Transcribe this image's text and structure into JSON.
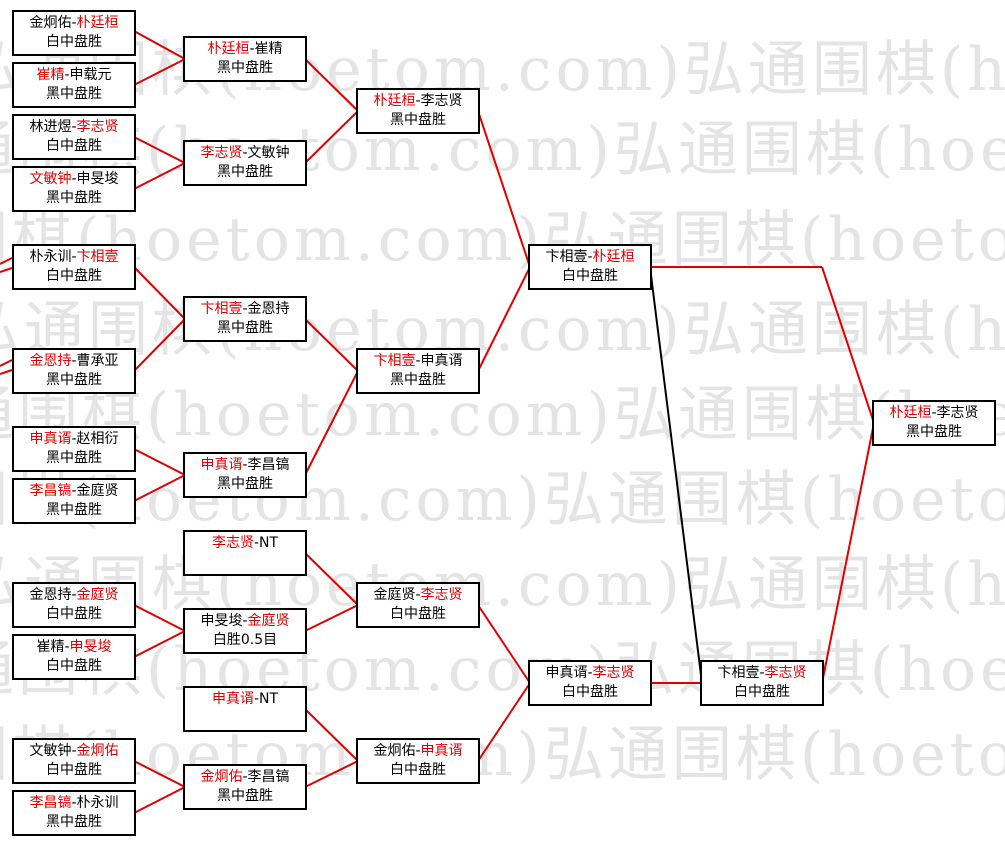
{
  "watermark": "弘通围棋(hoetom.com)",
  "colors": {
    "winner": "#e00000",
    "line_red": "#e00000",
    "line_black": "#000000",
    "border": "#000000"
  },
  "bracket": {
    "r1": [
      {
        "a": "金炯佑",
        "b": "朴廷桓",
        "w": "b",
        "result": "白中盘胜"
      },
      {
        "a": "崔精",
        "b": "申载元",
        "w": "a",
        "result": "黑中盘胜"
      },
      {
        "a": "林进煜",
        "b": "李志贤",
        "w": "b",
        "result": "白中盘胜"
      },
      {
        "a": "文敏钟",
        "b": "申旻埈",
        "w": "a",
        "result": "黑中盘胜"
      },
      {
        "a": "朴永训",
        "b": "卞相壹",
        "w": "b",
        "result": "白中盘胜"
      },
      {
        "a": "金恩持",
        "b": "曹承亚",
        "w": "a",
        "result": "黑中盘胜"
      },
      {
        "a": "申真谞",
        "b": "赵相衍",
        "w": "a",
        "result": "黑中盘胜"
      },
      {
        "a": "李昌镐",
        "b": "金庭贤",
        "w": "a",
        "result": "黑中盘胜"
      },
      {
        "a": "金恩持",
        "b": "金庭贤",
        "w": "b",
        "result": "白中盘胜"
      },
      {
        "a": "崔精",
        "b": "申旻埈",
        "w": "b",
        "result": "白中盘胜"
      },
      {
        "a": "文敏钟",
        "b": "金炯佑",
        "w": "b",
        "result": "白中盘胜"
      },
      {
        "a": "李昌镐",
        "b": "朴永训",
        "w": "a",
        "result": "黑中盘胜"
      }
    ],
    "r2": [
      {
        "a": "朴廷桓",
        "b": "崔精",
        "w": "a",
        "result": "黑中盘胜"
      },
      {
        "a": "李志贤",
        "b": "文敏钟",
        "w": "a",
        "result": "黑中盘胜"
      },
      {
        "a": "卞相壹",
        "b": "金恩持",
        "w": "a",
        "result": "黑中盘胜"
      },
      {
        "a": "申真谞",
        "b": "李昌镐",
        "w": "a",
        "result": "黑中盘胜"
      },
      {
        "a": "李志贤",
        "b": "NT",
        "w": "a",
        "result": ""
      },
      {
        "a": "申旻埈",
        "b": "金庭贤",
        "w": "b",
        "result": "白胜0.5目"
      },
      {
        "a": "申真谞",
        "b": "NT",
        "w": "a",
        "result": ""
      },
      {
        "a": "金炯佑",
        "b": "李昌镐",
        "w": "a",
        "result": "黑中盘胜"
      }
    ],
    "r3": [
      {
        "a": "朴廷桓",
        "b": "李志贤",
        "w": "a",
        "result": "黑中盘胜"
      },
      {
        "a": "卞相壹",
        "b": "申真谞",
        "w": "a",
        "result": "黑中盘胜"
      },
      {
        "a": "金庭贤",
        "b": "李志贤",
        "w": "b",
        "result": "白中盘胜"
      },
      {
        "a": "金炯佑",
        "b": "申真谞",
        "w": "b",
        "result": "白中盘胜"
      }
    ],
    "r4": [
      {
        "a": "卞相壹",
        "b": "朴廷桓",
        "w": "b",
        "result": "白中盘胜"
      },
      {
        "a": "申真谞",
        "b": "李志贤",
        "w": "b",
        "result": "白中盘胜"
      }
    ],
    "r5": [
      {
        "a": "卞相壹",
        "b": "李志贤",
        "w": "b",
        "result": "白中盘胜"
      }
    ],
    "final": {
      "a": "朴廷桓",
      "b": "李志贤",
      "w": "a",
      "result": "黑中盘胜"
    }
  }
}
